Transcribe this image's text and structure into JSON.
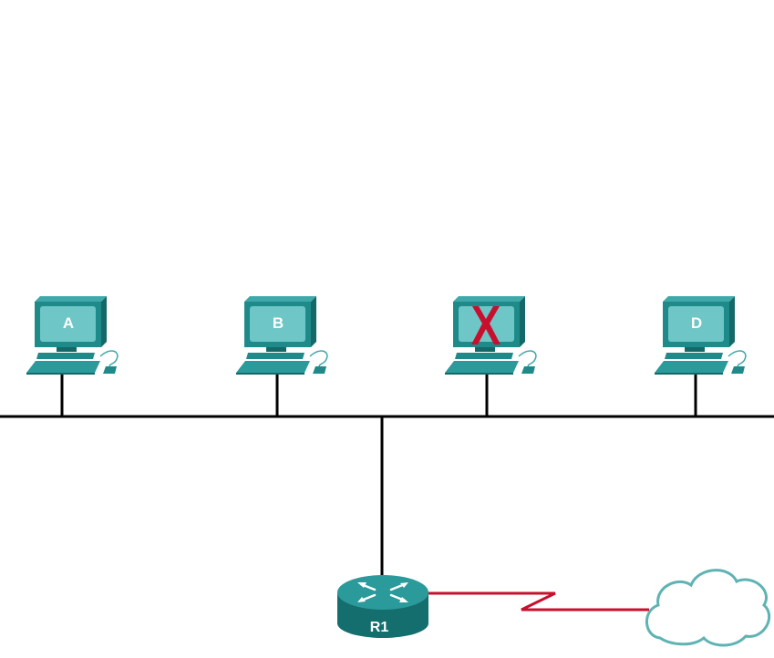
{
  "diagram": {
    "pcs": [
      {
        "label": "A",
        "marked_failed": false
      },
      {
        "label": "B",
        "marked_failed": false
      },
      {
        "label": "",
        "marked_failed": true
      },
      {
        "label": "D",
        "marked_failed": false
      }
    ],
    "router": {
      "label": "R1"
    },
    "colors": {
      "pc_front": "#1e8a8a",
      "pc_top": "#3fa8a8",
      "pc_side": "#146868",
      "screen": "#6fc6c6",
      "router": "#1b8585",
      "serial_link": "#c8102e",
      "failure_mark": "#c8102e",
      "cloud_stroke": "#5fb3b3",
      "wire": "#000000"
    },
    "icons": {
      "pc": "desktop-computer-icon",
      "router": "router-icon",
      "cloud": "cloud-icon",
      "failure": "x-mark-icon"
    }
  }
}
